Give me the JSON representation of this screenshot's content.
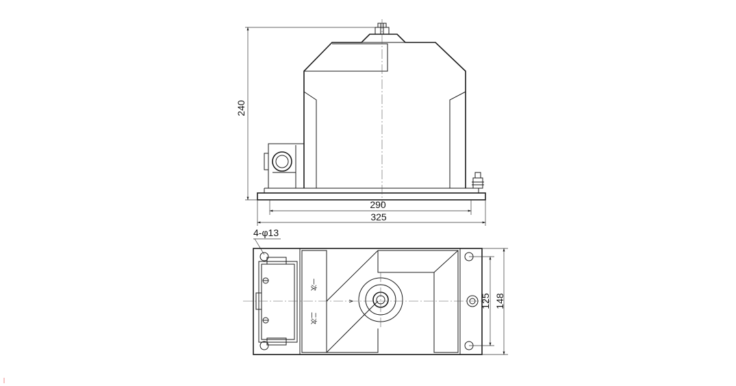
{
  "dimensions": {
    "height": "240",
    "base_inner": "290",
    "base_outer": "325",
    "holes": "4-φ13",
    "inner_spacing": "125",
    "outer_spacing": "148"
  },
  "plate_marks": {
    "mark_top": "一次",
    "mark_bottom": "二次",
    "arrow_glyph": "∧"
  }
}
